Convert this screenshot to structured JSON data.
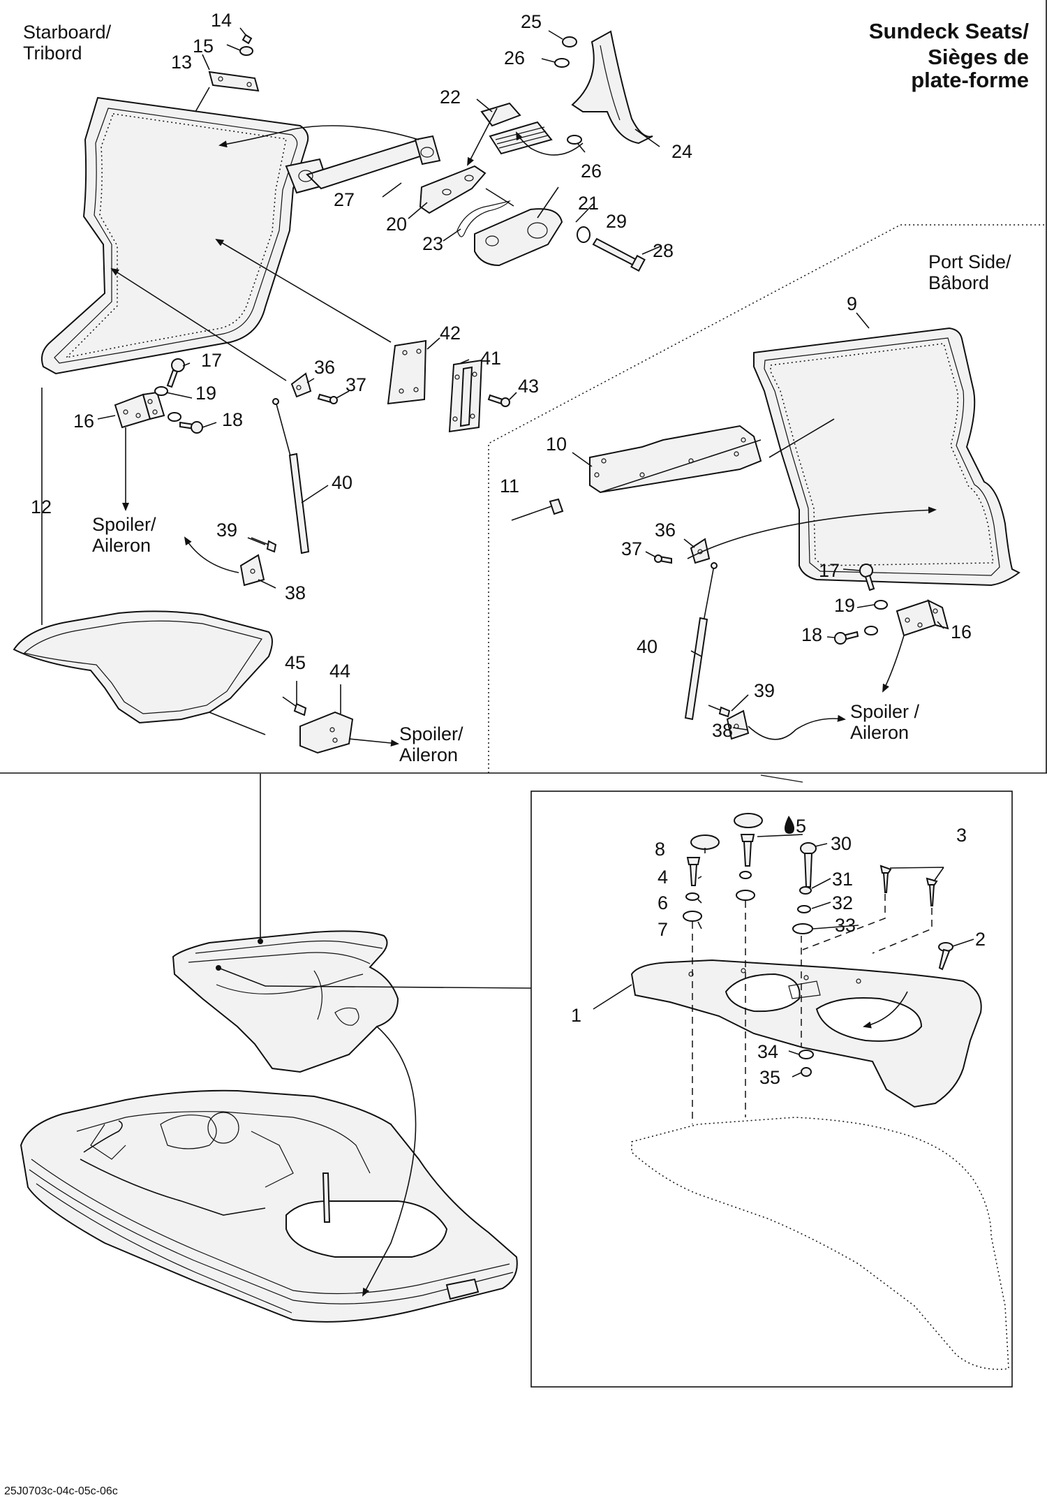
{
  "title": {
    "line1": "Sundeck Seats/",
    "line2": "Sièges de",
    "line3": "plate-forme"
  },
  "regions": {
    "starboard_l1": "Starboard/",
    "starboard_l2": "Tribord",
    "port_l1": "Port Side/",
    "port_l2": "Bâbord"
  },
  "spoiler_labels": {
    "line1": "Spoiler/",
    "line1_spaced": "Spoiler /",
    "line2": "Aileron"
  },
  "drawing_code": "25J0703c-04c-05c-06c",
  "callouts": [
    {
      "id": "c14",
      "text": "14"
    },
    {
      "id": "c15",
      "text": "15"
    },
    {
      "id": "c13",
      "text": "13"
    },
    {
      "id": "c25",
      "text": "25"
    },
    {
      "id": "c26a",
      "text": "26"
    },
    {
      "id": "c22",
      "text": "22"
    },
    {
      "id": "c24",
      "text": "24"
    },
    {
      "id": "c26b",
      "text": "26"
    },
    {
      "id": "c27",
      "text": "27"
    },
    {
      "id": "c20",
      "text": "20"
    },
    {
      "id": "c21",
      "text": "21"
    },
    {
      "id": "c29",
      "text": "29"
    },
    {
      "id": "c23",
      "text": "23"
    },
    {
      "id": "c28",
      "text": "28"
    },
    {
      "id": "c9",
      "text": "9"
    },
    {
      "id": "c42",
      "text": "42"
    },
    {
      "id": "c41",
      "text": "41"
    },
    {
      "id": "c43",
      "text": "43"
    },
    {
      "id": "c36a",
      "text": "36"
    },
    {
      "id": "c37a",
      "text": "37"
    },
    {
      "id": "c17a",
      "text": "17"
    },
    {
      "id": "c19a",
      "text": "19"
    },
    {
      "id": "c16a",
      "text": "16"
    },
    {
      "id": "c18a",
      "text": "18"
    },
    {
      "id": "c12",
      "text": "12"
    },
    {
      "id": "c40a",
      "text": "40"
    },
    {
      "id": "c39a",
      "text": "39"
    },
    {
      "id": "c38a",
      "text": "38"
    },
    {
      "id": "c45",
      "text": "45"
    },
    {
      "id": "c44",
      "text": "44"
    },
    {
      "id": "c10",
      "text": "10"
    },
    {
      "id": "c11",
      "text": "11"
    },
    {
      "id": "c36b",
      "text": "36"
    },
    {
      "id": "c37b",
      "text": "37"
    },
    {
      "id": "c17b",
      "text": "17"
    },
    {
      "id": "c19b",
      "text": "19"
    },
    {
      "id": "c18b",
      "text": "18"
    },
    {
      "id": "c16b",
      "text": "16"
    },
    {
      "id": "c40b",
      "text": "40"
    },
    {
      "id": "c39b",
      "text": "39"
    },
    {
      "id": "c38b",
      "text": "38"
    },
    {
      "id": "c8",
      "text": "8"
    },
    {
      "id": "c5",
      "text": "5"
    },
    {
      "id": "c30",
      "text": "30"
    },
    {
      "id": "c3",
      "text": "3"
    },
    {
      "id": "c4",
      "text": "4"
    },
    {
      "id": "c31",
      "text": "31"
    },
    {
      "id": "c6",
      "text": "6"
    },
    {
      "id": "c32",
      "text": "32"
    },
    {
      "id": "c7",
      "text": "7"
    },
    {
      "id": "c33",
      "text": "33"
    },
    {
      "id": "c2",
      "text": "2"
    },
    {
      "id": "c1",
      "text": "1"
    },
    {
      "id": "c34",
      "text": "34"
    },
    {
      "id": "c35",
      "text": "35"
    }
  ]
}
